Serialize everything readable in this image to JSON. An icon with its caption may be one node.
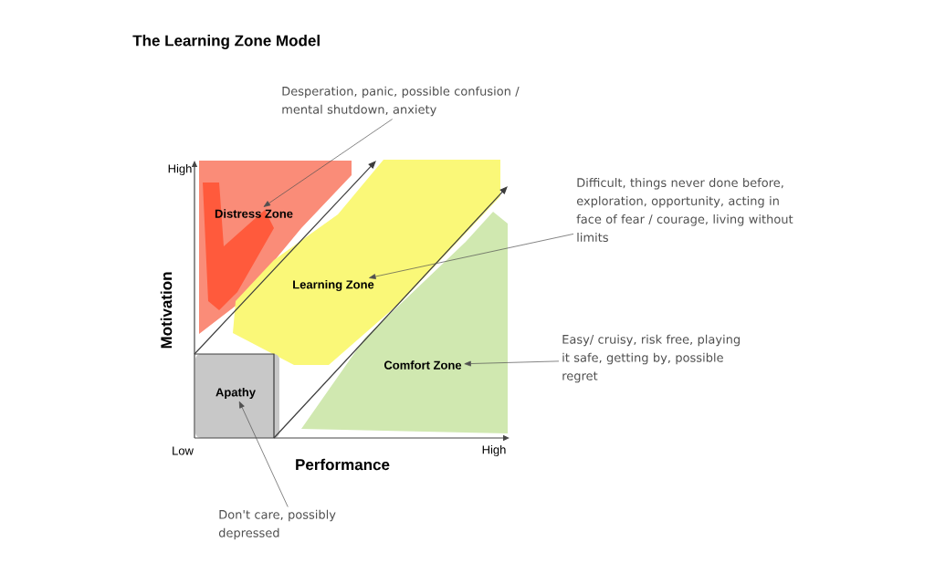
{
  "diagram": {
    "title": "The Learning Zone Model",
    "nodes": [
      {
        "text": [
          "Distress Zone"
        ]
      },
      {
        "text": [
          "Learning Zone"
        ]
      },
      {
        "text": [
          "Comfort Zone"
        ]
      },
      {
        "text": [
          "Apathy"
        ]
      },
      {
        "text": [
          "Desperation, panic, possible confusion / mental shutdown, anxiety"
        ]
      },
      {
        "text": [
          "Difficult, things never done before, exploration, opportunity, acting in face of fear / courage, living without limits"
        ]
      },
      {
        "text": [
          "Easy/ cruisy, risk free, playing it safe, getting by, possible regret"
        ]
      },
      {
        "text": [
          "Don't care, possibly depressed"
        ]
      }
    ],
    "edges": [
      {
        "from": 4,
        "to": 0,
        "arrow": "to"
      },
      {
        "from": 5,
        "to": 1,
        "arrow": "to"
      },
      {
        "from": 6,
        "to": 2,
        "arrow": "to"
      },
      {
        "from": 7,
        "to": 3,
        "arrow": "to"
      }
    ],
    "labels": [
      "High",
      "Motivation",
      "Low",
      "Performance",
      "High"
    ]
  }
}
